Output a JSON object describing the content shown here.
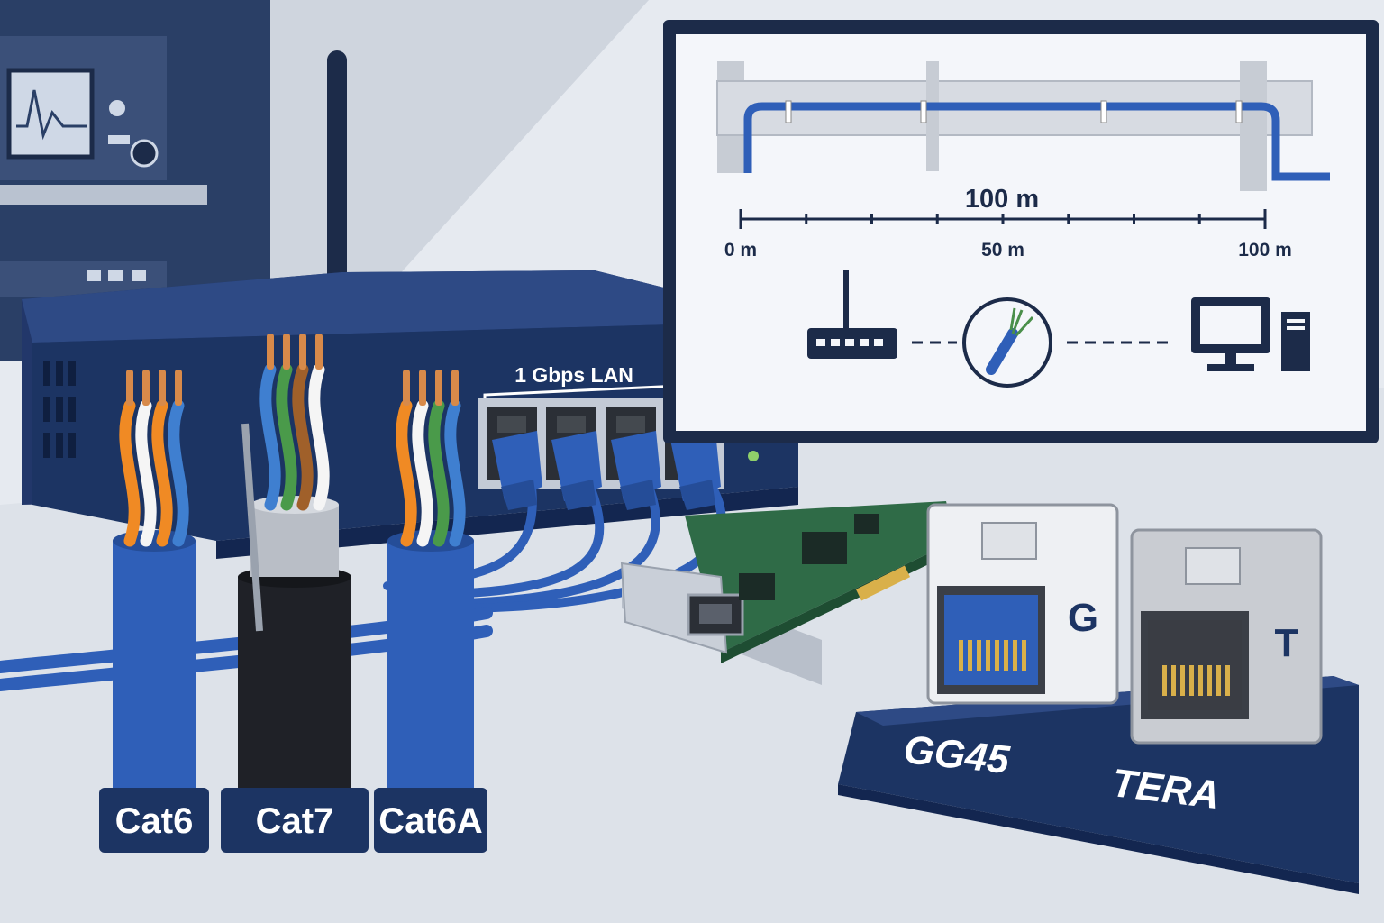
{
  "colors": {
    "navy": "#1c3463",
    "navy_dark": "#132650",
    "cable_blue": "#2f5fb8",
    "wall": "#e4e8ef",
    "desk": "#dfe3ea",
    "led_green": "#8fd06a",
    "pcb_green": "#2f6b47"
  },
  "switch": {
    "port_label": "1 Gbps LAN",
    "port_count": 4,
    "icon": "wifi-icon"
  },
  "cables": [
    {
      "label": "Cat6"
    },
    {
      "label": "Cat7"
    },
    {
      "label": "Cat6A"
    }
  ],
  "connectors": [
    {
      "label": "GG45",
      "mark": "G"
    },
    {
      "label": "TERA",
      "mark": "T"
    }
  ],
  "monitor": {
    "length_title": "100 m",
    "scale": {
      "start": 0,
      "mid": 50,
      "end": 100,
      "unit": "m"
    },
    "scale_labels": [
      "0 m",
      "50 m",
      "100 m"
    ],
    "link_icons": [
      "router-icon",
      "cable-icon",
      "desktop-computer-icon"
    ]
  }
}
